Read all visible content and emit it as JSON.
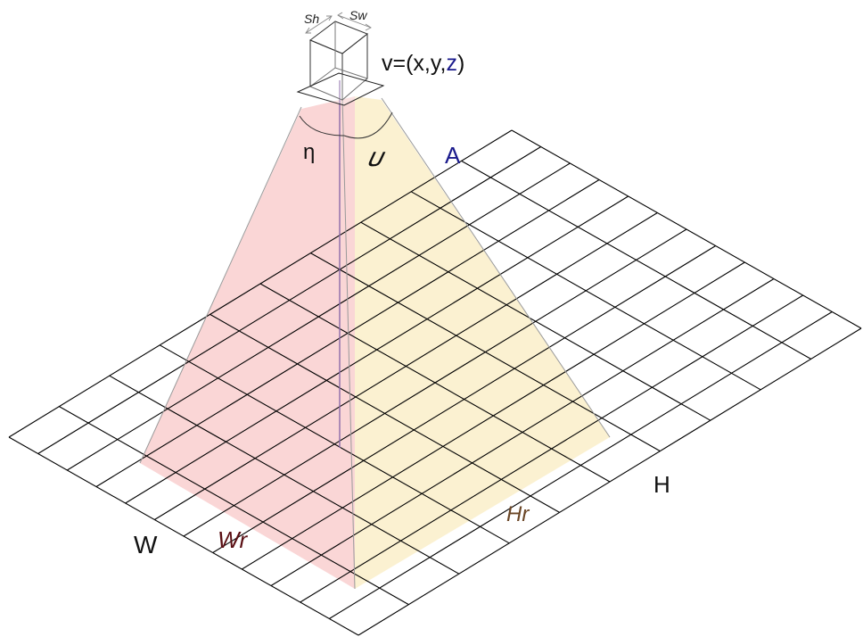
{
  "labels": {
    "sensor_height": "Sh",
    "sensor_width": "Sw",
    "position": {
      "prefix": "v=(x,y,",
      "z": "z",
      "suffix": ")"
    },
    "angle_eta": "η",
    "angle_upsilon": "𝜐",
    "area": "A",
    "ground_width": "W",
    "ground_width_covered": "Wr",
    "ground_height": "H",
    "ground_height_covered": "Hr"
  },
  "colors": {
    "grid_line": "#000000",
    "fov_width_fill": "#f9cfcf",
    "fov_height_fill": "#fbf0cc",
    "z_color": "#1a1a8c",
    "area_color": "#1a1a8c",
    "wr_color": "#5a0f14",
    "hr_color": "#6b4626",
    "axis_line": "#8a6ba8"
  },
  "grid": {
    "columns": 12,
    "rows": 10
  }
}
